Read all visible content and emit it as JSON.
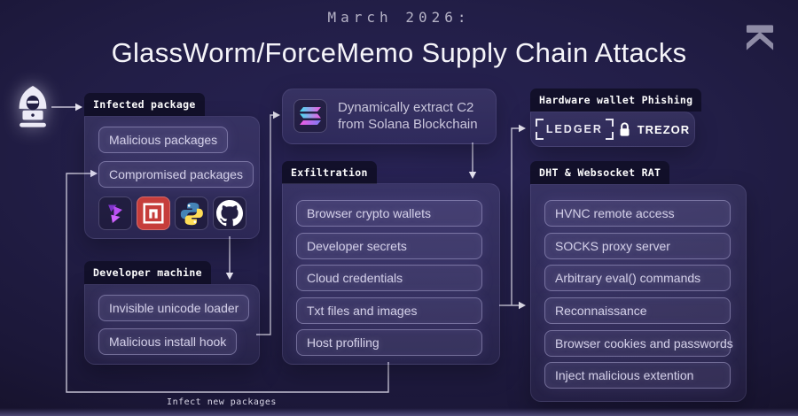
{
  "header": {
    "kicker": "March 2026:",
    "title": "GlassWorm/ForceMemo Supply Chain Attacks",
    "logo": "koi-logo-mark"
  },
  "actor": {
    "icon": "hacker-icon"
  },
  "nodes": {
    "infected_package": {
      "label": "Infected package",
      "items": [
        "Malicious packages",
        "Compromised packages"
      ],
      "icons": [
        "openvsx-icon",
        "npm-icon",
        "python-icon",
        "github-icon"
      ]
    },
    "developer_machine": {
      "label": "Developer machine",
      "items": [
        "Invisible unicode loader",
        "Malicious install hook"
      ]
    },
    "solana_c2": {
      "icon": "solana-icon",
      "line1": "Dynamically extract C2",
      "line2": "from Solana Blockchain"
    },
    "exfiltration": {
      "label": "Exfiltration",
      "items": [
        "Browser crypto wallets",
        "Developer secrets",
        "Cloud credentials",
        "Txt files and images",
        "Host profiling"
      ]
    },
    "hardware_wallet_phishing": {
      "label": "Hardware wallet Phishing",
      "brands": {
        "ledger": "LEDGER",
        "trezor": "TREZOR"
      }
    },
    "dht_websocket_rat": {
      "label": "DHT & Websocket RAT",
      "items": [
        "HVNC remote access",
        "SOCKS proxy server",
        "Arbitrary eval() commands",
        "Reconnaissance",
        "Browser cookies and passwords",
        "Inject malicious extention"
      ]
    }
  },
  "annotations": {
    "loop_label": "Infect new packages"
  },
  "colors": {
    "background": "#211d42",
    "connector_line": "#d8d5e6",
    "tab_background": "#12102a",
    "npm_red": "#c63d3b",
    "python_blue": "#4584b6",
    "python_yellow": "#ffde57",
    "solana_cyan": "#43e0f2",
    "solana_magenta": "#f25ae2",
    "openvsx_purple": "#bb4ff5"
  }
}
